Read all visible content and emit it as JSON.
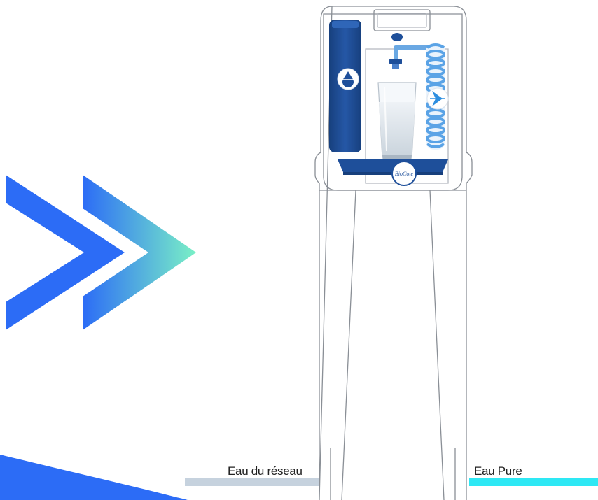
{
  "labels": {
    "tap_water": "Eau du réseau",
    "pure_water": "Eau Pure"
  },
  "branding": {
    "badge_text": "BioCote"
  },
  "colors": {
    "arrow_blue": "#2c6cf6",
    "arrow_mint": "#7af0c6",
    "tap_bar": "#c6d2de",
    "pure_bar": "#2ee8f4",
    "filter_navy": "#1e4f9a",
    "coil_blue": "#5aa3e6",
    "tray_navy": "#1e4f9a"
  },
  "icons": {
    "filter_badge": "water-drop-icon",
    "uv_badge": "uv-lamp-icon"
  }
}
